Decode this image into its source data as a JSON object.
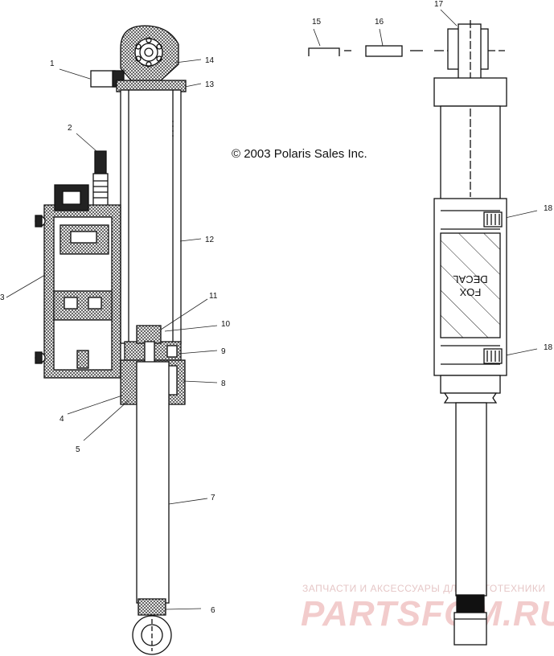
{
  "copyright": "© 2003 Polaris Sales Inc.",
  "decal_text": [
    "FOX",
    "DECAL"
  ],
  "part_labels": [
    "1",
    "2",
    "3",
    "4",
    "5",
    "6",
    "7",
    "8",
    "9",
    "10",
    "11",
    "12",
    "13",
    "14",
    "15",
    "16",
    "17",
    "18",
    "18"
  ],
  "watermark": {
    "line1": "ЗАПЧАСТИ И АКСЕССУАРЫ ДЛЯ МОТОТЕХНИКИ",
    "line2": "PARTSFOM.RU"
  }
}
